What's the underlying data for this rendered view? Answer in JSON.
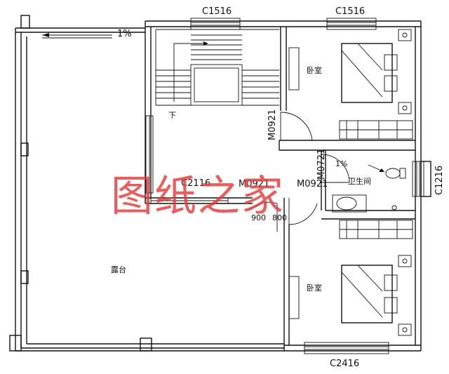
{
  "plan": {
    "windows": {
      "top_left": "C1516",
      "top_right": "C1516",
      "right": "C1216",
      "middle": "C2116",
      "bottom": "C2416"
    },
    "doors": {
      "bedroom_top": "M0921",
      "middle_left": "M0921",
      "middle_right": "M0921",
      "bathroom": "M0721"
    },
    "rooms": {
      "bedroom_top": "卧室",
      "bedroom_bottom": "卧室",
      "bathroom": "卫生间",
      "terrace": "露台"
    },
    "stair": {
      "down_label": "下"
    },
    "slopes": {
      "terrace": "1%",
      "bathroom": "1%"
    },
    "dimensions": {
      "left": "900",
      "right": "800"
    },
    "watermark": "图纸之家"
  }
}
